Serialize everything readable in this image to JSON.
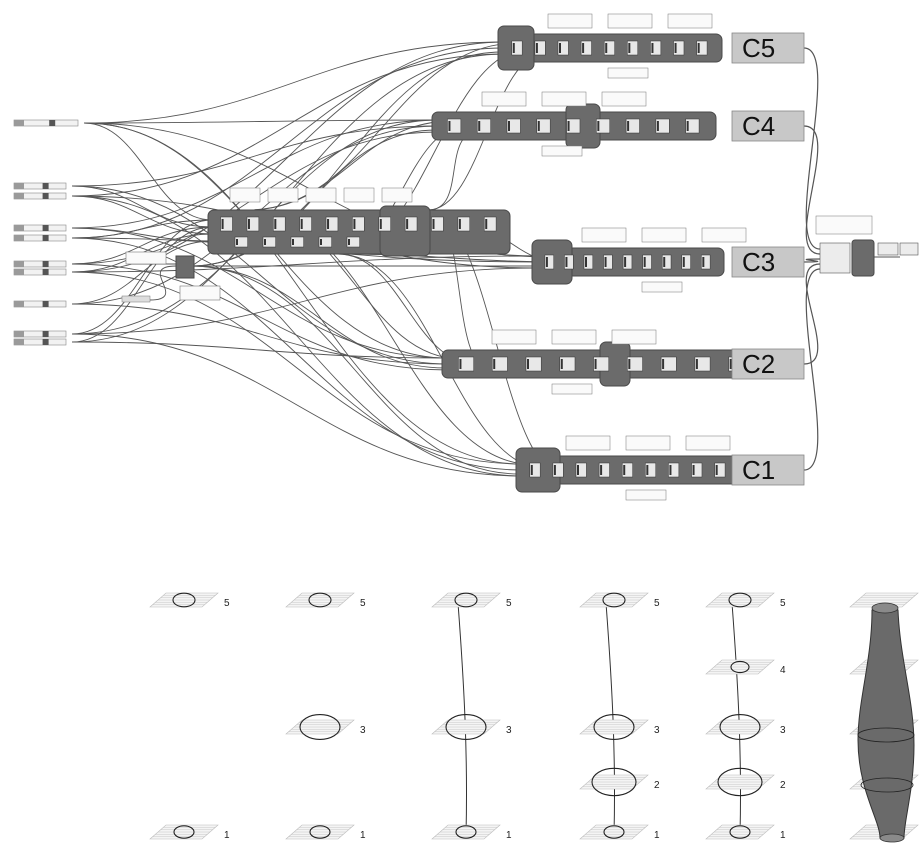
{
  "clusters": [
    {
      "id": "c5",
      "label": "C5"
    },
    {
      "id": "c4",
      "label": "C4"
    },
    {
      "id": "c3",
      "label": "C3"
    },
    {
      "id": "c2",
      "label": "C2"
    },
    {
      "id": "c1",
      "label": "C1"
    }
  ],
  "stages": [
    {
      "levels": [
        {
          "label": "5",
          "radius": 11
        },
        {
          "label": "1",
          "radius": 10
        }
      ],
      "spine": false
    },
    {
      "levels": [
        {
          "label": "5",
          "radius": 11
        },
        {
          "label": "3",
          "radius": 20
        },
        {
          "label": "1",
          "radius": 10
        }
      ],
      "spine": false
    },
    {
      "levels": [
        {
          "label": "5",
          "radius": 11
        },
        {
          "label": "3",
          "radius": 20
        },
        {
          "label": "1",
          "radius": 10
        }
      ],
      "spine": true
    },
    {
      "levels": [
        {
          "label": "5",
          "radius": 11
        },
        {
          "label": "3",
          "radius": 20
        },
        {
          "label": "2",
          "radius": 22
        },
        {
          "label": "1",
          "radius": 10
        }
      ],
      "spine": true
    },
    {
      "levels": [
        {
          "label": "5",
          "radius": 11
        },
        {
          "label": "4",
          "radius": 9
        },
        {
          "label": "3",
          "radius": 20
        },
        {
          "label": "2",
          "radius": 22
        },
        {
          "label": "1",
          "radius": 10
        }
      ],
      "spine": true
    }
  ],
  "colors": {
    "group_fill": "#6b6b6b",
    "group_stroke": "#4a4a4a",
    "output_fill": "#c8c8c8",
    "wire": "#555555",
    "node_fill": "#e8e8e8",
    "plane_stroke": "#bdbdbd",
    "solid_fill": "#6a6a6a"
  }
}
